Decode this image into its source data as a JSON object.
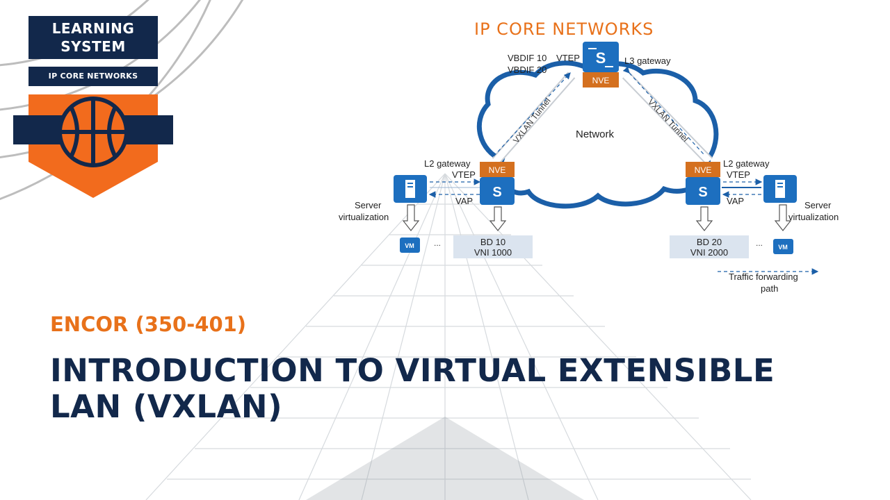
{
  "logo": {
    "line1": "LEARNING",
    "line2": "SYSTEM",
    "subtitle": "IP CORE NETWORKS"
  },
  "diagram": {
    "title": "IP CORE NETWORKS",
    "vbdif_10": "VBDIF 10",
    "vbdif_20": "VBDIF 20",
    "vtep": "VTEP",
    "l3_gateway": "L3 gateway",
    "nve": "NVE",
    "switch_symbol": "S",
    "network": "Network",
    "vxlan_tunnel": "VXLAN Tunnel",
    "l2_gateway": "L2 gateway",
    "vap": "VAP",
    "server_line1": "Server",
    "server_line2": "virtualization",
    "vm": "VM",
    "ellipsis": "...",
    "bd_left_line1": "BD 10",
    "bd_left_line2": "VNI 1000",
    "bd_right_line1": "BD 20",
    "bd_right_line2": "VNI 2000",
    "traffic_line1": "Traffic forwarding",
    "traffic_line2": "path"
  },
  "heading": {
    "subtitle": "ENCOR (350-401)",
    "title_line1": "INTRODUCTION TO VIRTUAL EXTENSIBLE",
    "title_line2": "LAN (VXLAN)"
  },
  "colors": {
    "navy": "#12284b",
    "orange": "#e8711a",
    "cloud_blue": "#1b5fa8",
    "device_blue": "#1d6fbf",
    "nve_orange": "#d4701f",
    "bd_box": "#dbe4ef"
  }
}
